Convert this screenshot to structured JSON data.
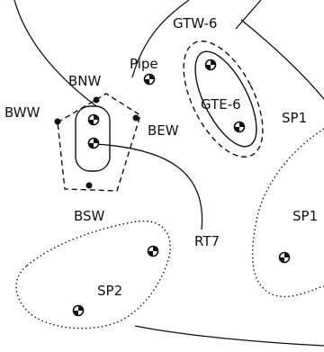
{
  "labels": {
    "gtw6": "GTW-6",
    "gte6": "GTE-6",
    "pipe": "Pipe",
    "bnw": "BNW",
    "bww": "BWW",
    "bew": "BEW",
    "bsw": "BSW",
    "rt7": "RT7",
    "sp1_upper": "SP1",
    "sp1_lower": "SP1",
    "sp2": "SP2"
  },
  "colors": {
    "ink": "#111111",
    "background": "#ffffff"
  },
  "icons": {
    "well_symbol": "circle-with-cross",
    "point_symbol": "filled-dot"
  }
}
